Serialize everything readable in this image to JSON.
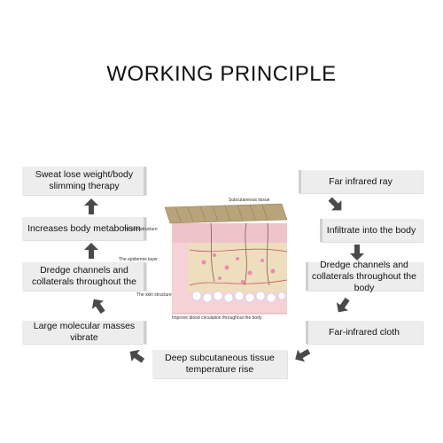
{
  "title": "WORKING PRINCIPLE",
  "boxes": {
    "sweat": "Sweat lose weight/body slimming therapy",
    "metabolism": "Increases body metabolism",
    "dredge_left": "Dredge channels and collaterals throughout the",
    "molecular": "Large molecular masses vibrate",
    "far_infrared_ray": "Far infrared ray",
    "infiltrate": "Infiltrate into the body",
    "dredge_right": "Dredge channels and collaterals throughout the body",
    "cloth": "Far-infrared cloth",
    "deep": "Deep subcutaneous tissue temperature rise"
  },
  "skin_labels": {
    "subcutaneous": "Subcutaneous tissue",
    "skin_structure_top": "The skin structure",
    "epidermis": "The epidermis layer",
    "skin_structure_bottom": "The skin structure",
    "circulation": "Improve blood circulation throughout the body"
  },
  "colors": {
    "arrow": "#4a4a4a",
    "box": "#ededed",
    "skin_pink": "#f3c4cc",
    "skin_tan": "#e6d3a3"
  },
  "icons": [
    "arrow-icon"
  ]
}
